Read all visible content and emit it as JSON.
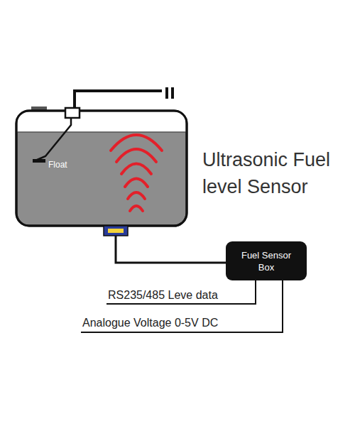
{
  "diagram": {
    "title": "Ultrasonic Fuel level Sensor",
    "nodes": [
      {
        "text": [
          "Fuel Sensor Box"
        ]
      }
    ],
    "labels": [
      "Float",
      "RS235/485 Leve data",
      "Analogue Voltage 0-5V DC"
    ]
  }
}
